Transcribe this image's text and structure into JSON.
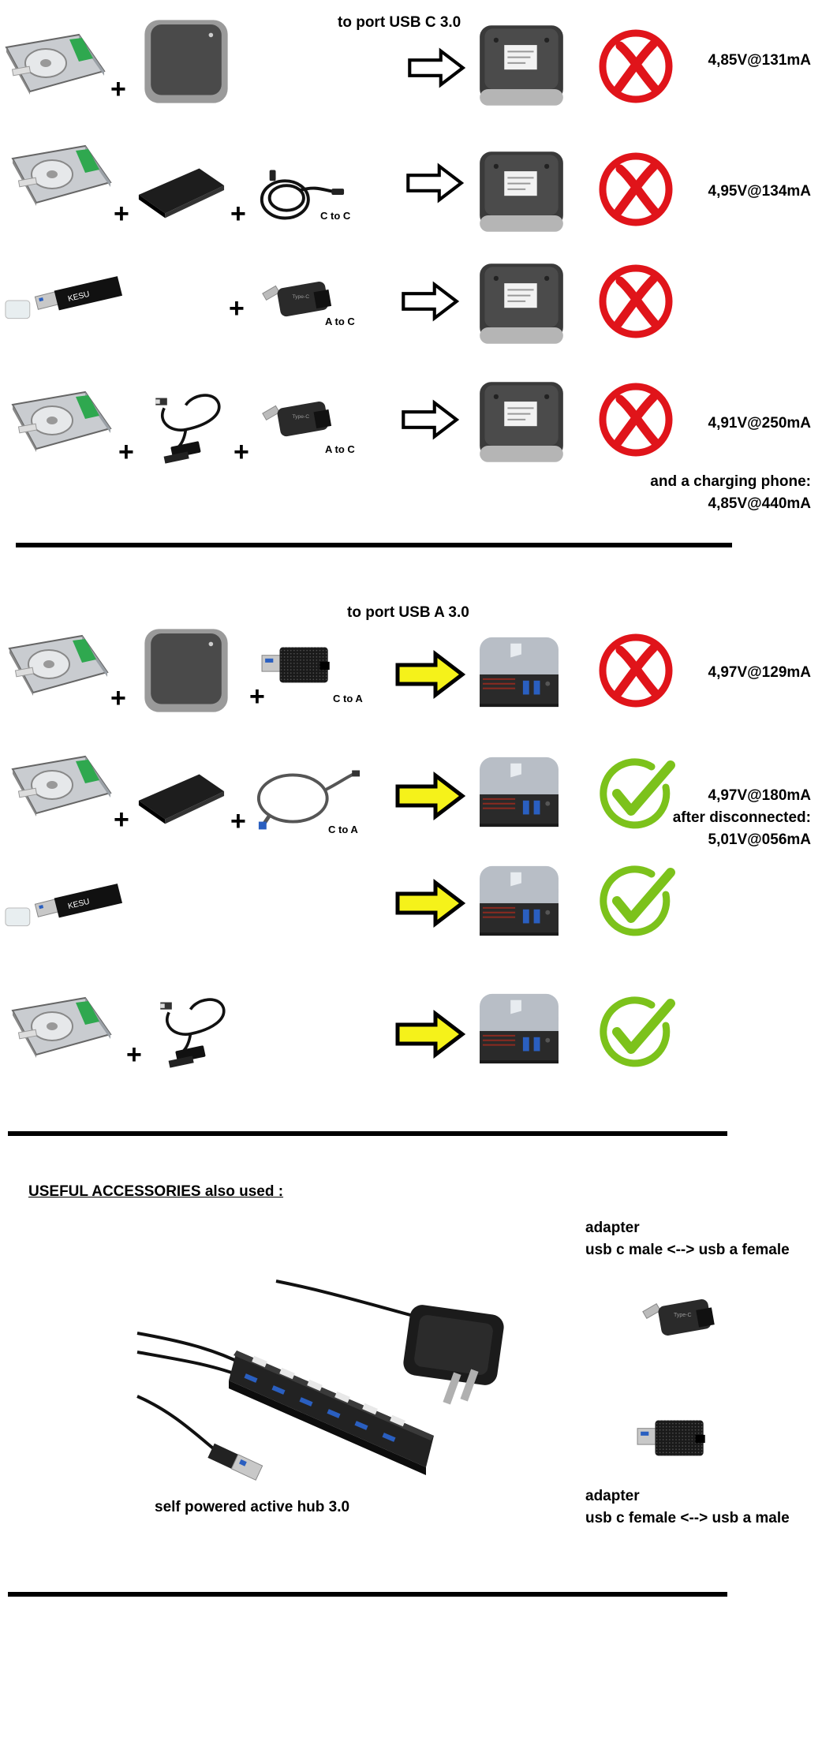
{
  "section_c": {
    "header": "to port USB C 3.0",
    "rows": [
      {
        "measurement": "4,85V@131mA"
      },
      {
        "measurement": "4,95V@134mA",
        "cable_label": "C to C"
      },
      {
        "adapter_label": "A to C"
      },
      {
        "measurement": "4,91V@250mA",
        "adapter_label": "A to C",
        "note_line1": "and a charging phone:",
        "note_line2": "4,85V@440mA"
      }
    ]
  },
  "section_a": {
    "header": "to port USB A 3.0",
    "rows": [
      {
        "measurement": "4,97V@129mA",
        "adapter_label": "C to A"
      },
      {
        "measurement": "4,97V@180mA",
        "cable_label": "C to A",
        "note_line1": "after disconnected:",
        "note_line2": "5,01V@056mA"
      },
      {},
      {}
    ]
  },
  "accessories": {
    "title": "USEFUL ACCESSORIES also used :",
    "adapter1_line1": "adapter",
    "adapter1_line2": "usb c male <--> usb a female",
    "hub_caption": "self powered active hub 3.0",
    "adapter2_line1": "adapter",
    "adapter2_line2": "usb c female <--> usb a male"
  },
  "symbols": {
    "plus": "+"
  },
  "colors": {
    "fail_red": "#e0141a",
    "ok_green": "#7cc21b",
    "arrow_yellow": "#f5f21a",
    "divider": "#000000"
  },
  "icons": [
    "hdd-icon",
    "enclosure-icon",
    "cable-icon",
    "usb-stick-icon",
    "sata-cable-icon",
    "adapter-icon",
    "minipc-icon",
    "arrow-icon",
    "cross-icon",
    "check-icon",
    "hub-icon",
    "power-adapter-icon"
  ]
}
